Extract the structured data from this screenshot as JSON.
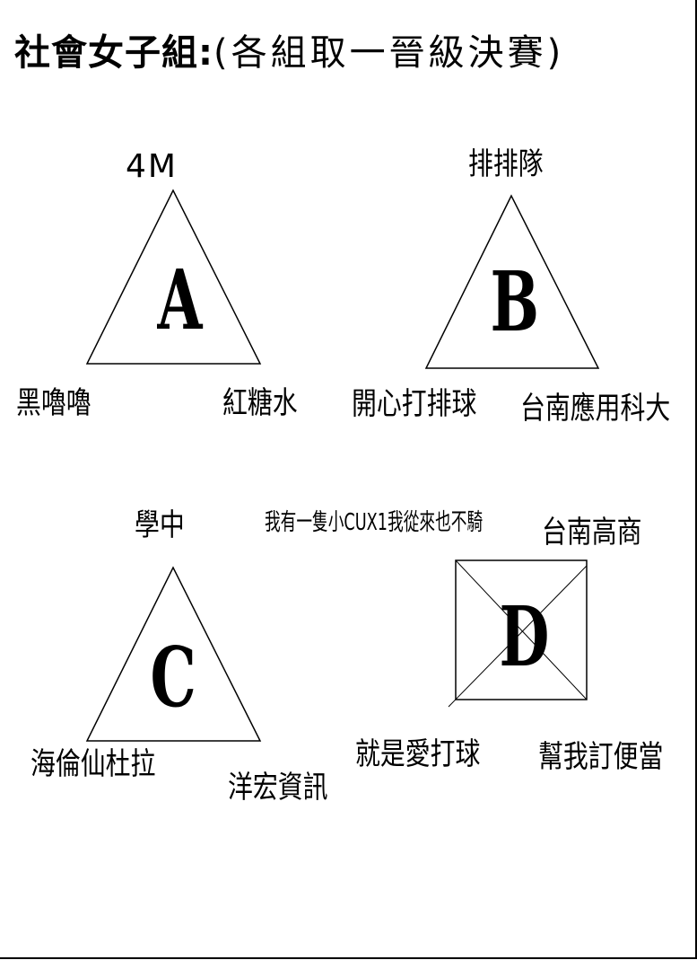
{
  "title": {
    "main": "社會女子組:",
    "sub": "(各組取一晉級決賽)"
  },
  "groups": {
    "A": {
      "letter": "A",
      "teams": {
        "top": "4M",
        "left": "黑嚕嚕",
        "right": "紅糖水"
      }
    },
    "B": {
      "letter": "B",
      "teams": {
        "top": "排排隊",
        "left": "開心打排球",
        "right": "台南應用科大"
      }
    },
    "C": {
      "letter": "C",
      "teams": {
        "top": "學中",
        "left": "海倫仙杜拉",
        "right": "洋宏資訊"
      }
    },
    "D": {
      "letter": "D",
      "teams": {
        "top_left": "我有一隻小CUX1我從來也不騎",
        "top_right": "台南高商",
        "bottom_left": "就是愛打球",
        "bottom_right": "幫我訂便當"
      }
    }
  }
}
